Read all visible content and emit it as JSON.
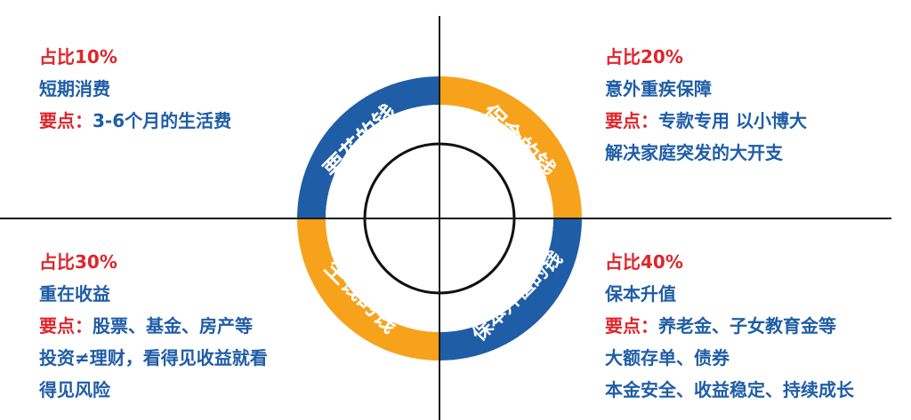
{
  "ring": {
    "spend": "要花的钱",
    "protect": "保命的钱",
    "earn": "生钱的钱",
    "preserve": "保本升值的钱",
    "colors": {
      "blue": "#1f5da6",
      "orange": "#f7a21b",
      "red": "#e0242b"
    }
  },
  "quadrants": {
    "top_left": {
      "pct": "占比10%",
      "lines": [
        "短期消费"
      ],
      "kw_label": "要点：",
      "kw_text": "3-6个月的生活费",
      "extra": []
    },
    "top_right": {
      "pct": "占比20%",
      "lines": [
        "意外重疾保障"
      ],
      "kw_label": "要点：",
      "kw_text": "专款专用 以小博大",
      "extra": [
        "解决家庭突发的大开支"
      ]
    },
    "bottom_left": {
      "pct": "占比30%",
      "lines": [
        "重在收益"
      ],
      "kw_label": "要点：",
      "kw_text": "股票、基金、房产等",
      "extra": [
        "投资≠理财，看得见收益就看",
        "得见风险"
      ]
    },
    "bottom_right": {
      "pct": "占比40%",
      "lines": [
        "保本升值"
      ],
      "kw_label": "要点：",
      "kw_text": "养老金、子女教育金等",
      "extra": [
        "大额存单、债券",
        "本金安全、收益稳定、持续成长"
      ]
    }
  }
}
